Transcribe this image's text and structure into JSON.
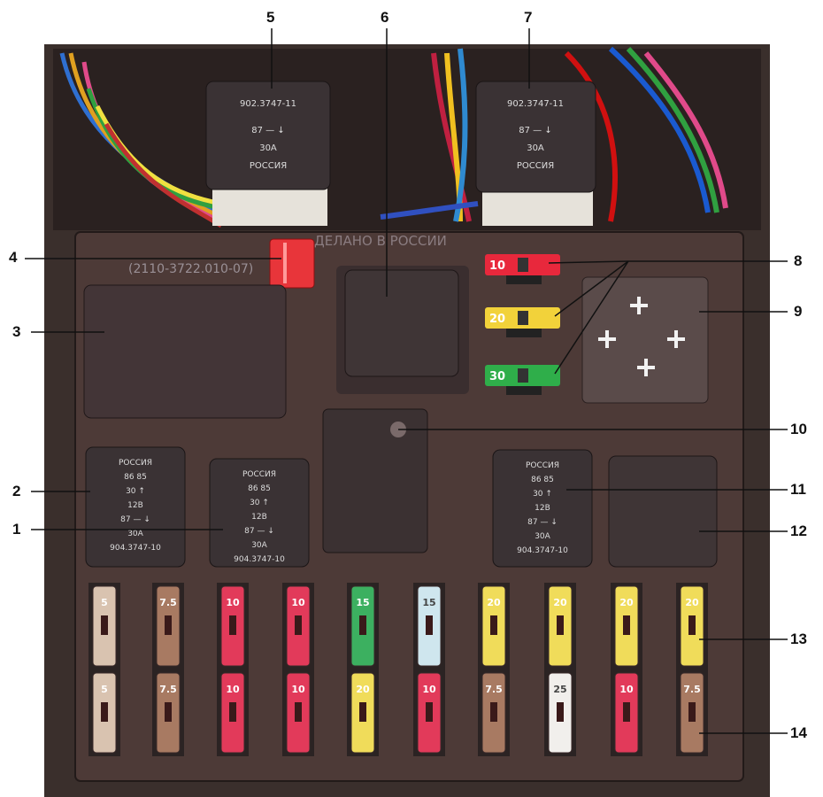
{
  "panel": {
    "made_in_text": "ДЕЛАНО В РОССИИ",
    "part_number": "(2110-3722.010-07)"
  },
  "relay_labels": {
    "country": "РОССИЯ",
    "model_a": "904.3747-10",
    "model_b": "902.3747-11",
    "current": "30A",
    "voltage": "12В",
    "pins_top": "87 — ↓",
    "pins_mid": "30 ↑",
    "pins_bot": "86 85"
  },
  "mini_fuses": [
    {
      "rating": "10",
      "color": "#e8283c"
    },
    {
      "rating": "20",
      "color": "#f2d23a"
    },
    {
      "rating": "30",
      "color": "#2fae4a"
    }
  ],
  "fuses_top": [
    {
      "rating": "5",
      "color": "#d9c3b0"
    },
    {
      "rating": "7.5",
      "color": "#a87a62"
    },
    {
      "rating": "10",
      "color": "#e23a5a"
    },
    {
      "rating": "10",
      "color": "#e23a5a"
    },
    {
      "rating": "15",
      "color": "#3cb060"
    },
    {
      "rating": "15",
      "color": "#cfe6ee"
    },
    {
      "rating": "20",
      "color": "#f0dc5a"
    },
    {
      "rating": "20",
      "color": "#f0dc5a"
    },
    {
      "rating": "20",
      "color": "#f0dc5a"
    },
    {
      "rating": "20",
      "color": "#f0dc5a"
    }
  ],
  "fuses_bottom": [
    {
      "rating": "5",
      "color": "#d9c3b0"
    },
    {
      "rating": "7.5",
      "color": "#a87a62"
    },
    {
      "rating": "10",
      "color": "#e23a5a"
    },
    {
      "rating": "10",
      "color": "#e23a5a"
    },
    {
      "rating": "20",
      "color": "#f0dc5a"
    },
    {
      "rating": "10",
      "color": "#e23a5a"
    },
    {
      "rating": "7.5",
      "color": "#a87a62"
    },
    {
      "rating": "25",
      "color": "#f1efec"
    },
    {
      "rating": "10",
      "color": "#e23a5a"
    },
    {
      "rating": "7.5",
      "color": "#a87a62"
    }
  ],
  "callouts": [
    "1",
    "2",
    "3",
    "4",
    "5",
    "6",
    "7",
    "8",
    "9",
    "10",
    "11",
    "12",
    "13",
    "14"
  ]
}
